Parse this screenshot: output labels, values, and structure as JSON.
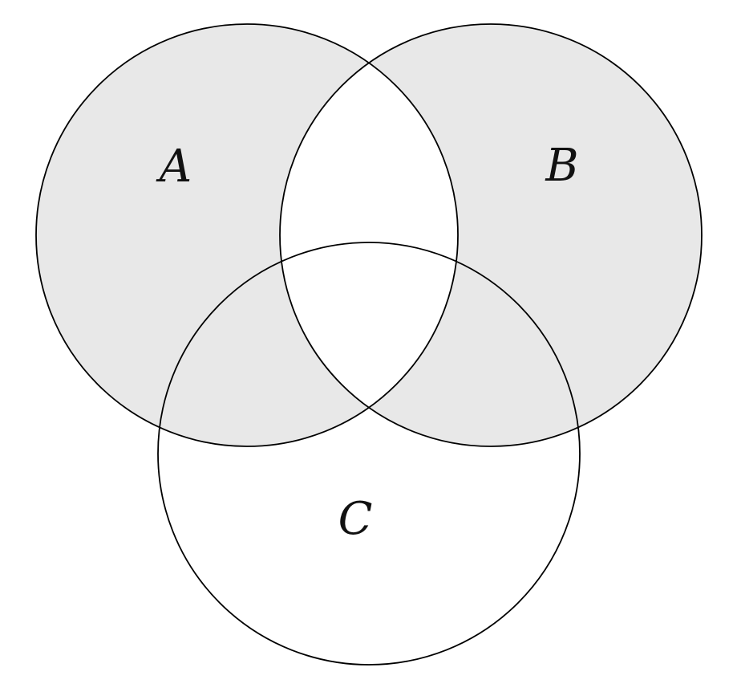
{
  "diagram": {
    "type": "venn-3-circles",
    "description": "Three-set Venn diagram with circles A (top left), B (top right) and C (bottom center). The shaded region is the symmetric difference of A and B (everything in exactly one of A or B, including their overlaps with C); the lens A∩B, the region A∩B∩C, and the rest of C are unshaded white.",
    "labels": {
      "a": "A",
      "b": "B",
      "c": "C"
    },
    "shaded_region": "A △ B (symmetric difference of A and B)",
    "colors": {
      "shaded_fill": "#e8e8e8",
      "stroke": "#000000",
      "background": "#ffffff"
    }
  }
}
